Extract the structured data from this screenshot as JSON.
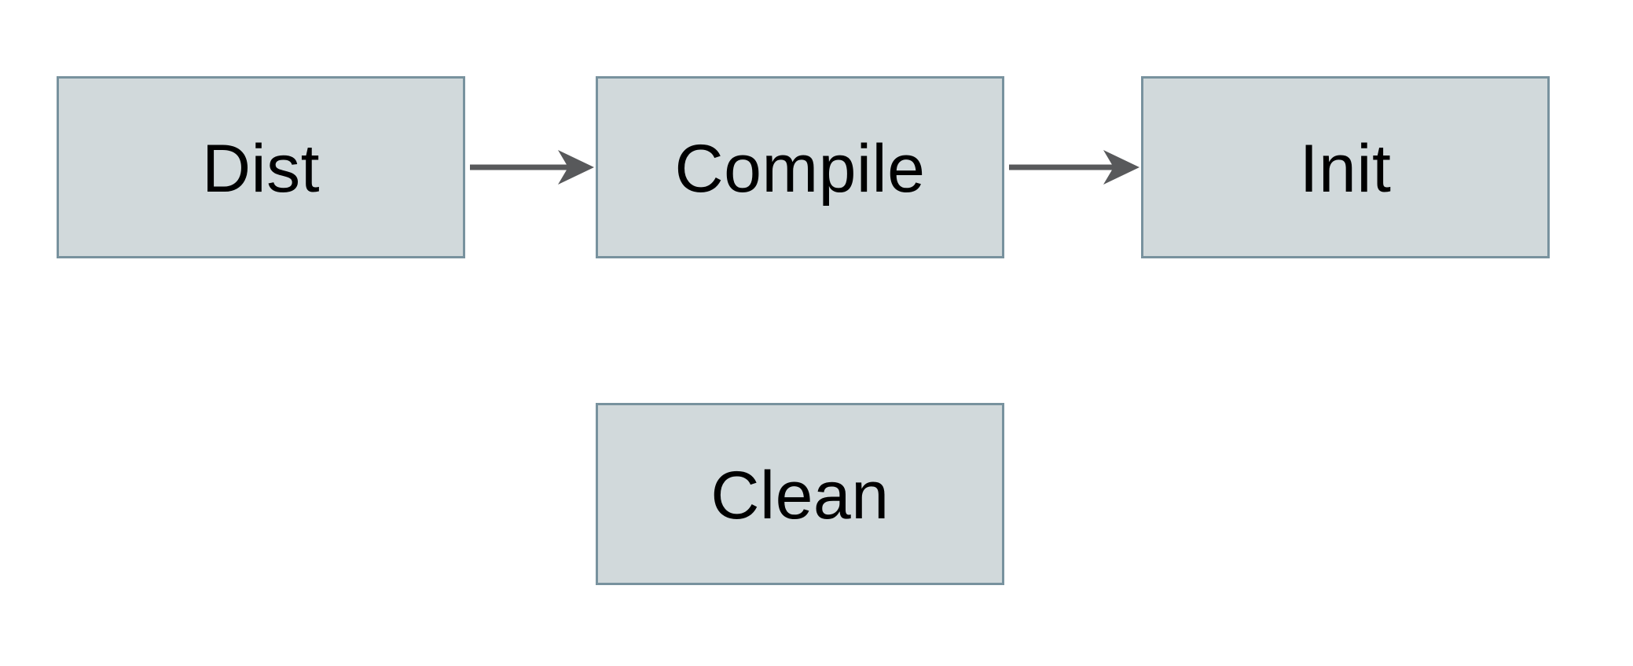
{
  "app": {
    "type": "flow-diagram",
    "background": "#ffffff"
  },
  "theme": {
    "node_fill": "#d1d9db",
    "node_border": "#78929e",
    "arrow_color": "#58595b",
    "label_color": "#000000"
  },
  "diagram": {
    "nodes": [
      {
        "id": "dist",
        "label": "Dist"
      },
      {
        "id": "compile",
        "label": "Compile"
      },
      {
        "id": "init",
        "label": "Init"
      },
      {
        "id": "clean",
        "label": "Clean"
      }
    ],
    "edges": [
      {
        "from": "dist",
        "to": "compile"
      },
      {
        "from": "compile",
        "to": "init"
      }
    ]
  }
}
